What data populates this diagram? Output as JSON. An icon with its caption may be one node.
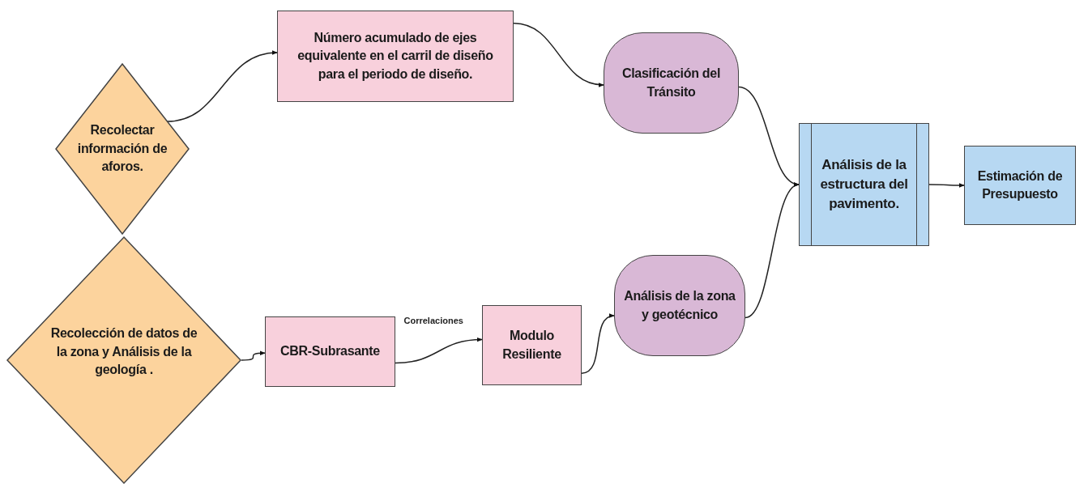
{
  "diagram": {
    "nodes": [
      {
        "text": [
          "Recolectar información de aforos."
        ]
      },
      {
        "text": [
          "Número acumulado de ejes equivalente en el carril de diseño para el periodo de diseño."
        ]
      },
      {
        "text": [
          "Clasificación del Tránsito"
        ]
      },
      {
        "text": [
          "Recolección de datos de la zona y Análisis de la geología ."
        ]
      },
      {
        "text": [
          "CBR-Subrasante"
        ]
      },
      {
        "text": [
          "Modulo Resiliente"
        ]
      },
      {
        "text": [
          "Análisis de la zona y geotécnico"
        ]
      },
      {
        "text": [
          "Análisis de la estructura del pavimento."
        ]
      },
      {
        "text": [
          "Estimación de Presupuesto"
        ]
      }
    ],
    "edges": [
      {
        "from": 0,
        "to": 1,
        "arrow": "to"
      },
      {
        "from": 1,
        "to": 2,
        "arrow": "to"
      },
      {
        "from": 2,
        "to": 7,
        "arrow": "to"
      },
      {
        "from": 3,
        "to": 4,
        "arrow": "to"
      },
      {
        "from": 4,
        "to": 5,
        "arrow": "to",
        "label": "Correlaciones"
      },
      {
        "from": 5,
        "to": 6,
        "arrow": "to"
      },
      {
        "from": 6,
        "to": 7,
        "arrow": "to"
      },
      {
        "from": 7,
        "to": 8,
        "arrow": "to"
      }
    ]
  }
}
